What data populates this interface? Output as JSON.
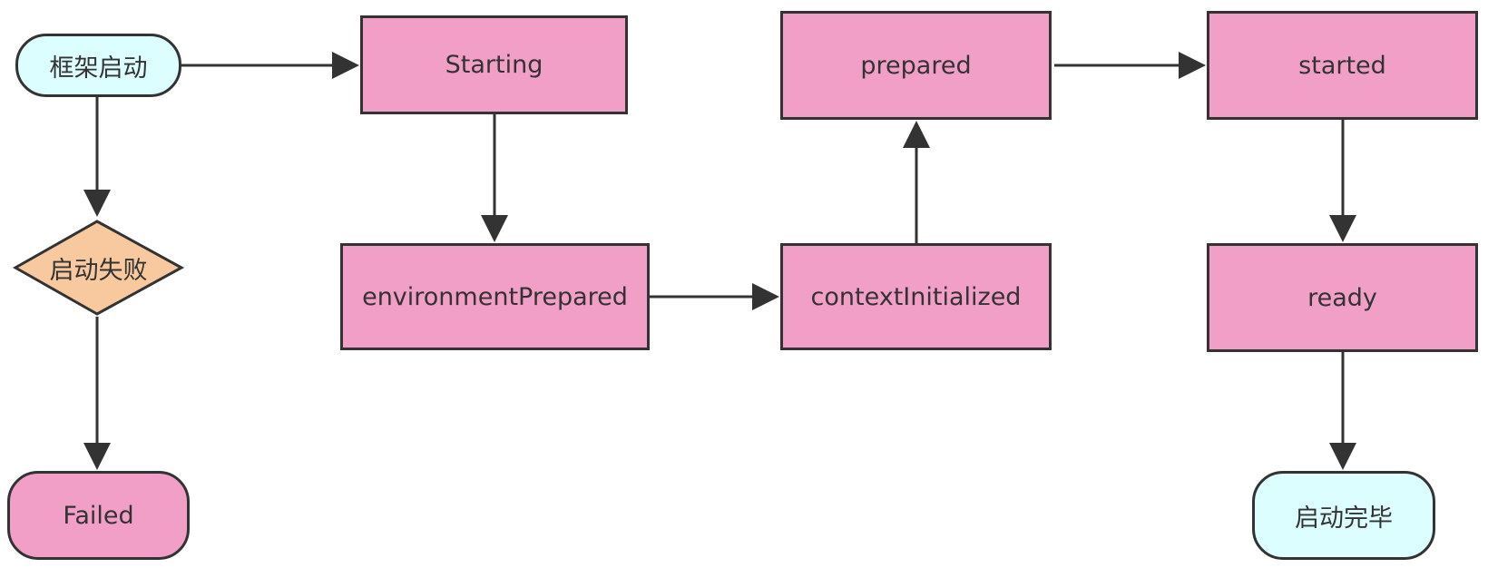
{
  "colors": {
    "process_fill": "#f29fc8",
    "terminal_start_fill": "#dcfeff",
    "decision_fill": "#f8c99e",
    "stroke": "#333333"
  },
  "nodes": {
    "framework_start": "框架启动",
    "starting": "Starting",
    "environment_prepared": "environmentPrepared",
    "context_initialized": "contextInitialized",
    "prepared": "prepared",
    "started": "started",
    "ready": "ready",
    "startup_failed": "启动失败",
    "failed": "Failed",
    "startup_complete": "启动完毕"
  }
}
